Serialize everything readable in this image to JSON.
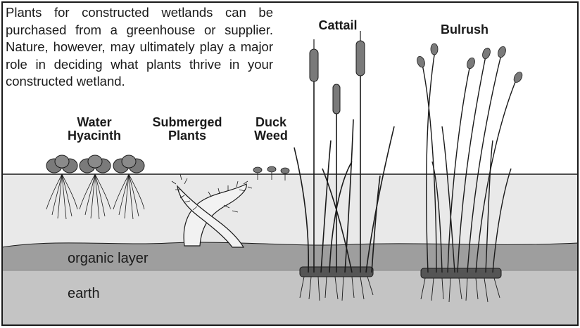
{
  "intro_text": "Plants for constructed wetlands can be purchased from a greenhouse or supplier. Nature, however, may ultimately play a major role in deciding what plants thrive in your constructed wetland.",
  "labels": {
    "water_hyacinth_line1": "Water",
    "water_hyacinth_line2": "Hyacinth",
    "submerged_line1": "Submerged",
    "submerged_line2": "Plants",
    "duck_line1": "Duck",
    "duck_line2": "Weed",
    "cattail": "Cattail",
    "bulrush": "Bulrush"
  },
  "layers": {
    "organic": "organic layer",
    "earth": "earth"
  },
  "colors": {
    "water": "#e9e9e9",
    "organic": "#9e9e9e",
    "earth": "#c4c4c4",
    "outline": "#1a1a1a",
    "leaf": "#7a7a7a"
  }
}
